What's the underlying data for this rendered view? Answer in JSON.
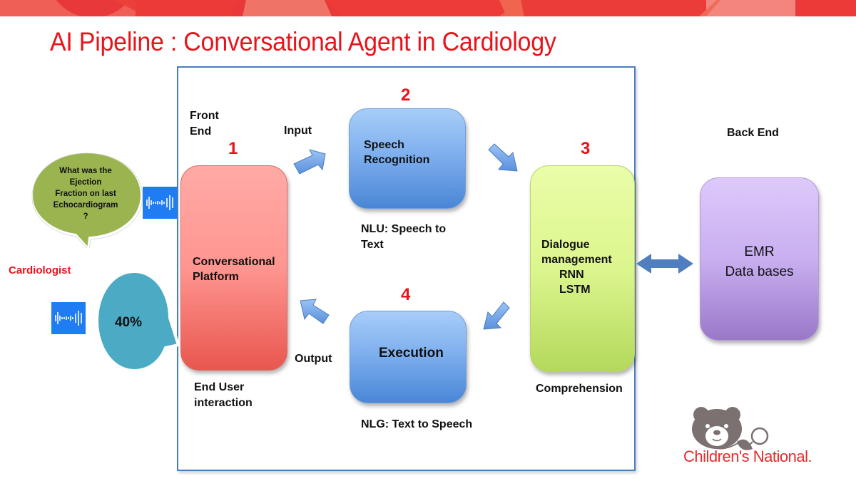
{
  "slide": {
    "title": "AI Pipeline : Conversational Agent in Cardiology",
    "brand_color": "#e8141b"
  },
  "left": {
    "question_bubble": "What was the Ejection Fraction on last Echocardiogram ?",
    "question_lines": [
      "What was the",
      "Ejection",
      "Fraction on last",
      "Echocardiogram",
      "?"
    ],
    "role_label": "Cardiologist",
    "answer_bubble": "40%",
    "audio_icon_label": "audio-waveform"
  },
  "labels": {
    "front_end": [
      "Front",
      "End"
    ],
    "back_end": "Back End",
    "input": "Input",
    "output": "Output",
    "end_user": [
      "End User",
      "interaction"
    ],
    "nlu": [
      "NLU: Speech to",
      "Text"
    ],
    "nlg": "NLG: Text to Speech",
    "comprehension": "Comprehension"
  },
  "steps": [
    {
      "number": "1",
      "lines": [
        "Conversational",
        "Platform"
      ],
      "color": "#ff9590"
    },
    {
      "number": "2",
      "lines": [
        "Speech",
        "Recognition"
      ],
      "color": "#7fb0ee"
    },
    {
      "number": "3",
      "lines": [
        "Dialogue",
        "management",
        "RNN",
        "LSTM"
      ],
      "color": "#dcf68e"
    },
    {
      "number": "4",
      "lines": [
        "Execution"
      ],
      "color": "#7fb0ee"
    }
  ],
  "backend_box": {
    "lines": [
      "EMR",
      "Data bases"
    ],
    "color": "#c9aff0"
  },
  "logo": {
    "text": "Children's National",
    "suffix": "."
  }
}
